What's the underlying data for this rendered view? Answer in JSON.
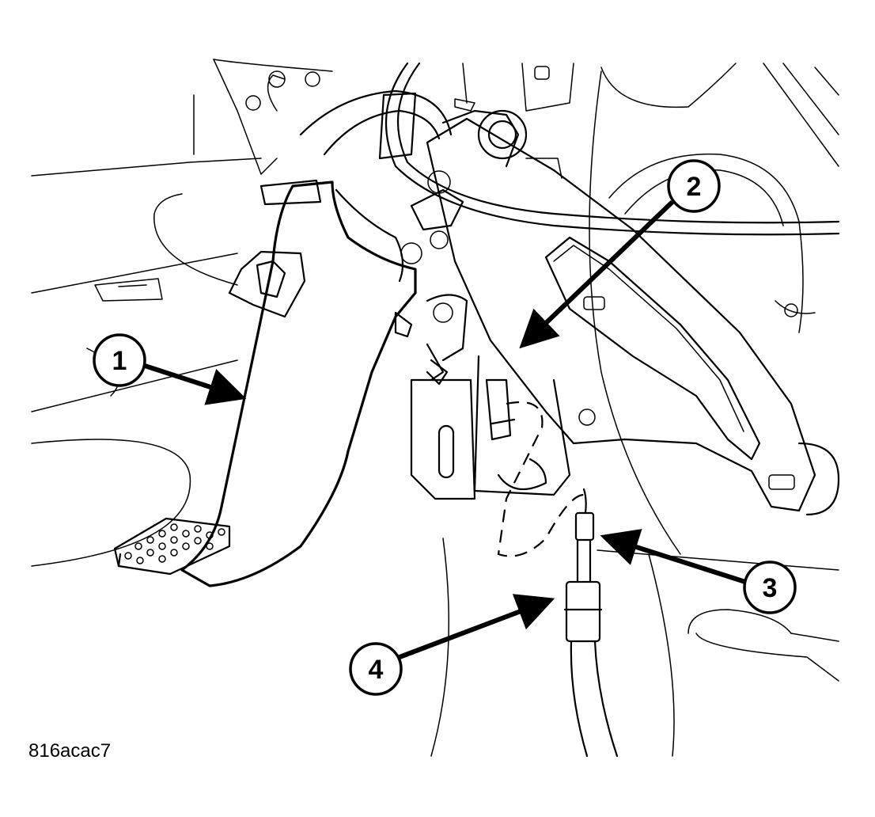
{
  "figure_id": "816acac7",
  "callouts": [
    {
      "label": "1"
    },
    {
      "label": "2"
    },
    {
      "label": "3"
    },
    {
      "label": "4"
    }
  ]
}
